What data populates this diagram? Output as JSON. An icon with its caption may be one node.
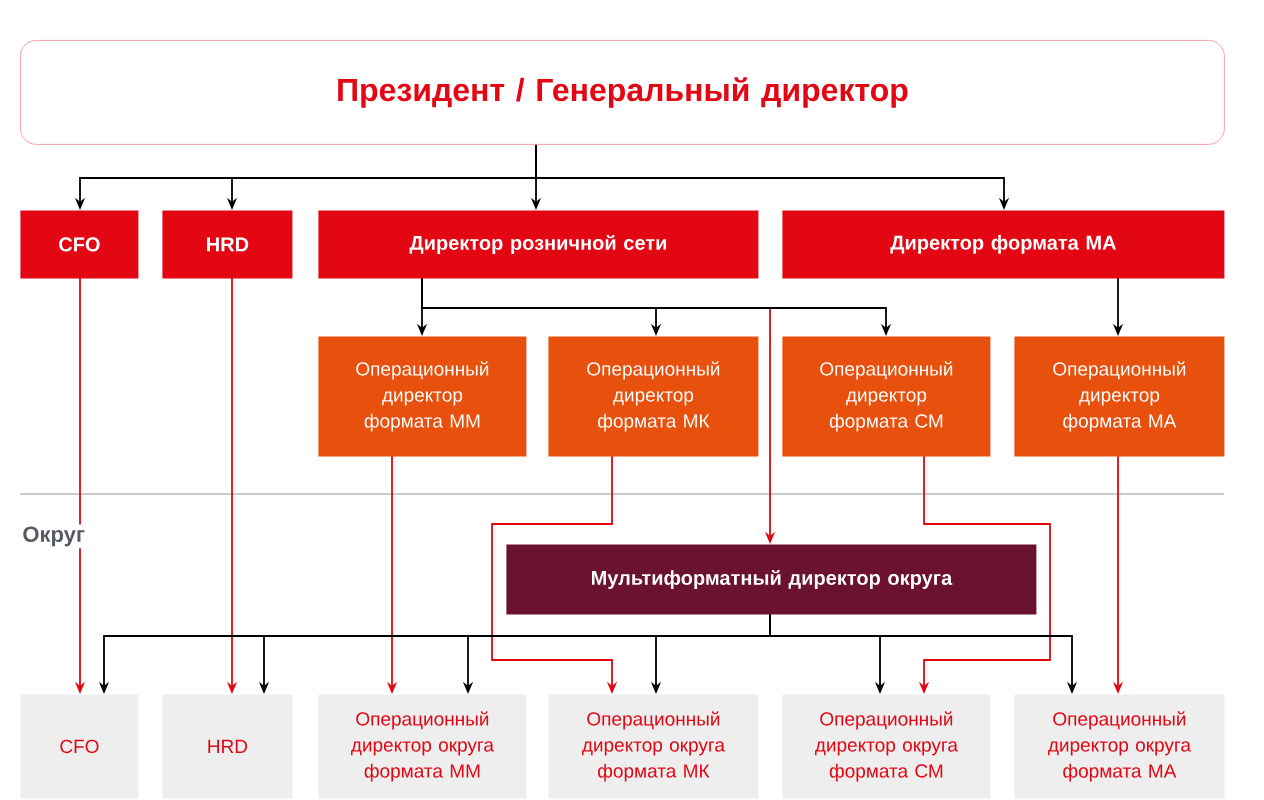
{
  "diagram": {
    "nodes": [
      {
        "text": [
          "Президент / Генеральный директор"
        ]
      },
      {
        "text": [
          "CFO"
        ]
      },
      {
        "text": [
          "HRD"
        ]
      },
      {
        "text": [
          "Директор розничной сети"
        ]
      },
      {
        "text": [
          "Директор формата МА"
        ]
      },
      {
        "text": [
          "Операционный директор формата ММ"
        ]
      },
      {
        "text": [
          "Операционный директор формата МК"
        ]
      },
      {
        "text": [
          "Операционный директор формата СМ"
        ]
      },
      {
        "text": [
          "Операционный директор формата МА"
        ]
      },
      {
        "text": [
          "Мультиформатный директор округа"
        ]
      },
      {
        "text": [
          "CFO"
        ]
      },
      {
        "text": [
          "HRD"
        ]
      },
      {
        "text": [
          "Операционный директор округа формата ММ"
        ]
      },
      {
        "text": [
          "Операционный директор округа формата МК"
        ]
      },
      {
        "text": [
          "Операционный директор округа формата СМ"
        ]
      },
      {
        "text": [
          "Операционный директор округа формата МА"
        ]
      }
    ],
    "edges": [
      {
        "from": 0,
        "to": 1,
        "arrow": "to"
      },
      {
        "from": 0,
        "to": 2,
        "arrow": "to"
      },
      {
        "from": 0,
        "to": 3,
        "arrow": "to"
      },
      {
        "from": 0,
        "to": 4,
        "arrow": "to"
      },
      {
        "from": 3,
        "to": 5,
        "arrow": "to"
      },
      {
        "from": 3,
        "to": 6,
        "arrow": "to"
      },
      {
        "from": 3,
        "to": 7,
        "arrow": "to"
      },
      {
        "from": 4,
        "to": 8,
        "arrow": "to"
      },
      {
        "from": 3,
        "to": 9,
        "arrow": "to",
        "color": "#e30613"
      },
      {
        "from": 9,
        "to": 10,
        "arrow": "to"
      },
      {
        "from": 9,
        "to": 11,
        "arrow": "to"
      },
      {
        "from": 9,
        "to": 12,
        "arrow": "to"
      },
      {
        "from": 9,
        "to": 13,
        "arrow": "to"
      },
      {
        "from": 9,
        "to": 14,
        "arrow": "to"
      },
      {
        "from": 9,
        "to": 15,
        "arrow": "to"
      },
      {
        "from": 1,
        "to": 10,
        "arrow": "to",
        "color": "#e30613"
      },
      {
        "from": 2,
        "to": 11,
        "arrow": "to",
        "color": "#e30613"
      },
      {
        "from": 5,
        "to": 12,
        "arrow": "to",
        "color": "#e30613"
      },
      {
        "from": 6,
        "to": 13,
        "arrow": "to",
        "color": "#e30613"
      },
      {
        "from": 7,
        "to": 14,
        "arrow": "to",
        "color": "#e30613"
      },
      {
        "from": 8,
        "to": 15,
        "arrow": "to",
        "color": "#e30613"
      }
    ],
    "labels": [
      "Округ"
    ]
  }
}
